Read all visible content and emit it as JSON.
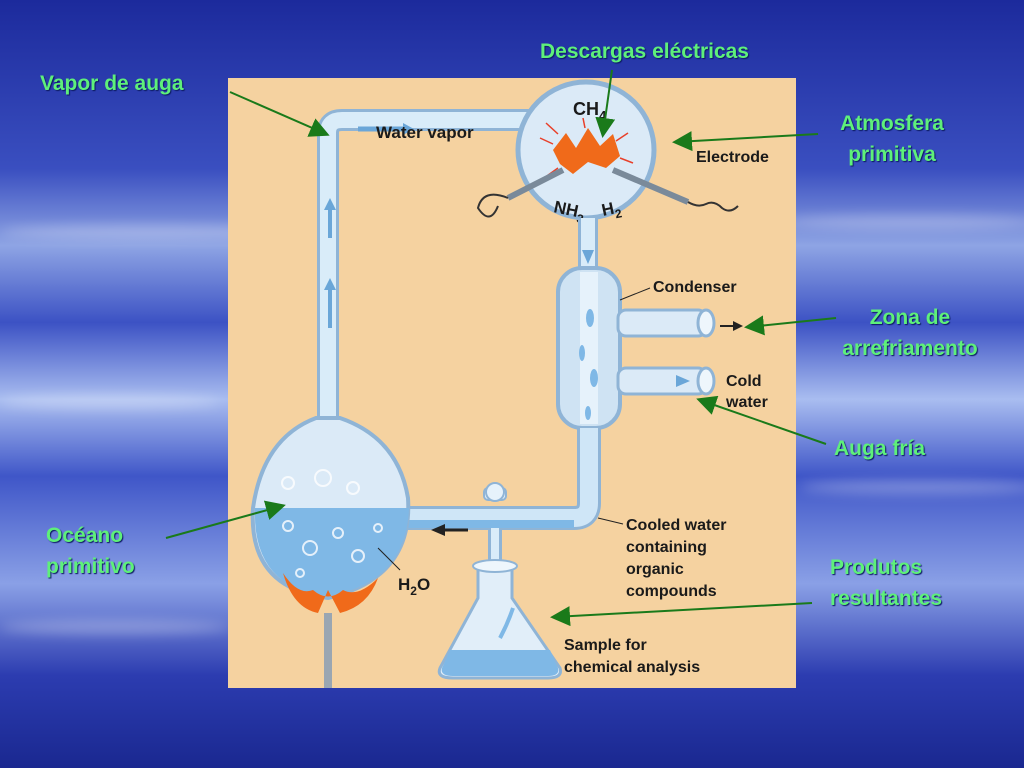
{
  "labels": {
    "descargas": "Descargas eléctricas",
    "vapor_auga": "Vapor de auga",
    "atmosfera": [
      "Atmosfera",
      "primitiva"
    ],
    "zona": [
      "Zona de",
      "arrefriamento"
    ],
    "auga_fria": "Auga fría",
    "oceano": [
      "Océano",
      "primitivo"
    ],
    "produtos": [
      "Produtos",
      "resultantes"
    ]
  },
  "diagram": {
    "water_vapor": "Water vapor",
    "electrode": "Electrode",
    "condenser": "Condenser",
    "cold_water": [
      "Cold",
      "water"
    ],
    "cooled_water": [
      "Cooled water",
      "containing",
      "organic",
      "compounds"
    ],
    "sample": [
      "Sample for",
      "chemical analysis"
    ],
    "ch4": [
      "CH",
      "4"
    ],
    "nh3": [
      "NH",
      "3"
    ],
    "h2": [
      "H",
      "2"
    ],
    "h2o": [
      "H",
      "2",
      "O"
    ]
  },
  "colors": {
    "label_green": "#5ef07a",
    "arrow_green": "#1a7a1a",
    "panel": "#f5d2a0",
    "glass": "#cfe6f7",
    "water": "#7fb8e6",
    "flame": "#f06a1a"
  }
}
